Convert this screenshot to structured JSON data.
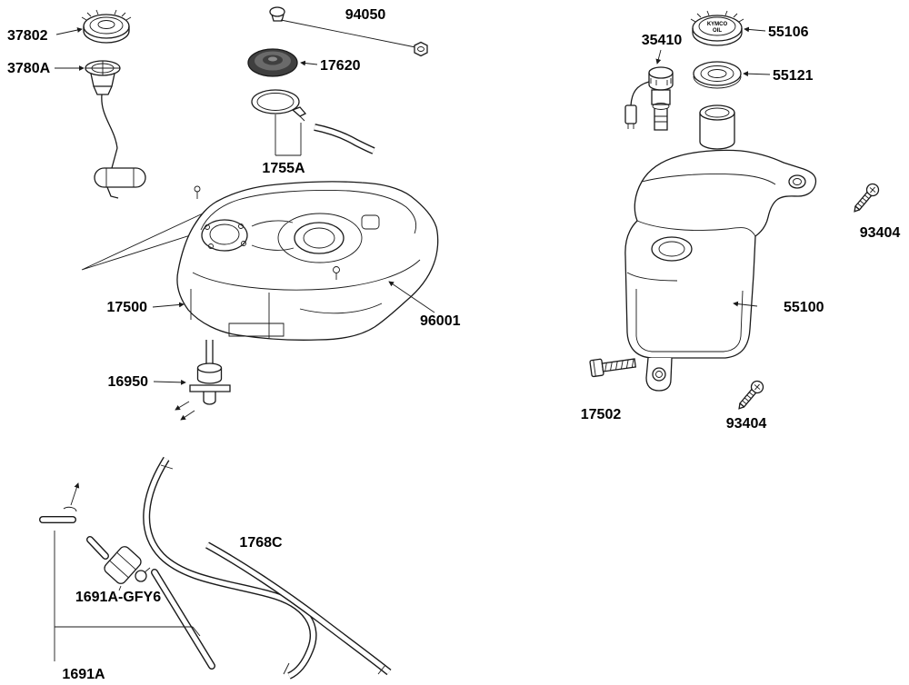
{
  "diagram": {
    "kind": "exploded-parts-diagram",
    "background": "#ffffff",
    "line_color": "#1a1a1a",
    "text_color": "#000000"
  },
  "callouts": {
    "c37802": "37802",
    "c3780A": "3780A",
    "c94050": "94050",
    "c17620": "17620",
    "c1755A": "1755A",
    "c17500": "17500",
    "c96001": "96001",
    "c16950": "16950",
    "c1768C": "1768C",
    "c1691A_GFY6": "1691A-GFY6",
    "c1691A": "1691A",
    "c35410": "35410",
    "c55106": "55106",
    "c55121": "55121",
    "c93404_upper": "93404",
    "c55100": "55100",
    "c17502": "17502",
    "c93404_lower": "93404"
  },
  "oil_cap_text": {
    "brand": "KYMCO",
    "word": "OIL"
  }
}
